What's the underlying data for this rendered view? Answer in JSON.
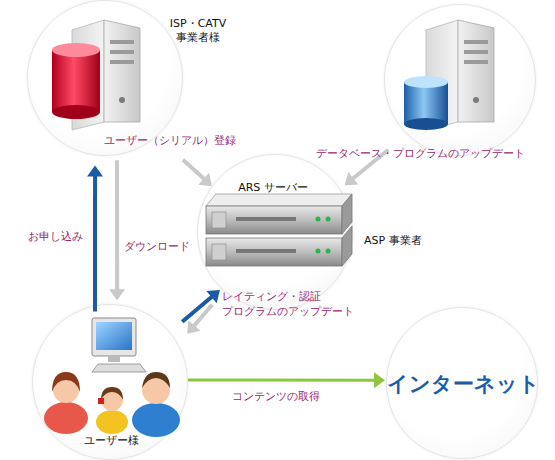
{
  "diagram": {
    "nodes": [
      {
        "text": [
          "ISP・CATV 事業者様"
        ]
      },
      {
        "text": []
      },
      {
        "text": [
          "ARS サーバー",
          "ASP 事業者"
        ]
      },
      {
        "text": [
          "ユーザー様"
        ]
      },
      {
        "text": [
          "インターネット"
        ]
      }
    ],
    "edges": [
      {
        "from": 0,
        "to": 2,
        "label": "ユーザー（シリアル）登録",
        "arrow": "to"
      },
      {
        "from": 1,
        "to": 2,
        "label": "データベース・プログラムのアップデート",
        "arrow": "to"
      },
      {
        "from": 3,
        "to": 0,
        "label": "お申し込み",
        "arrow": "to"
      },
      {
        "from": 0,
        "to": 3,
        "label": "ダウンロード",
        "arrow": "to"
      },
      {
        "from": 3,
        "to": 2,
        "arrow": "to"
      },
      {
        "from": 2,
        "to": 3,
        "label": "レイティング・認証 プログラムのアップデート",
        "arrow": "to"
      },
      {
        "from": 3,
        "to": 4,
        "label": "コンテンツの取得",
        "arrow": "to"
      }
    ]
  }
}
